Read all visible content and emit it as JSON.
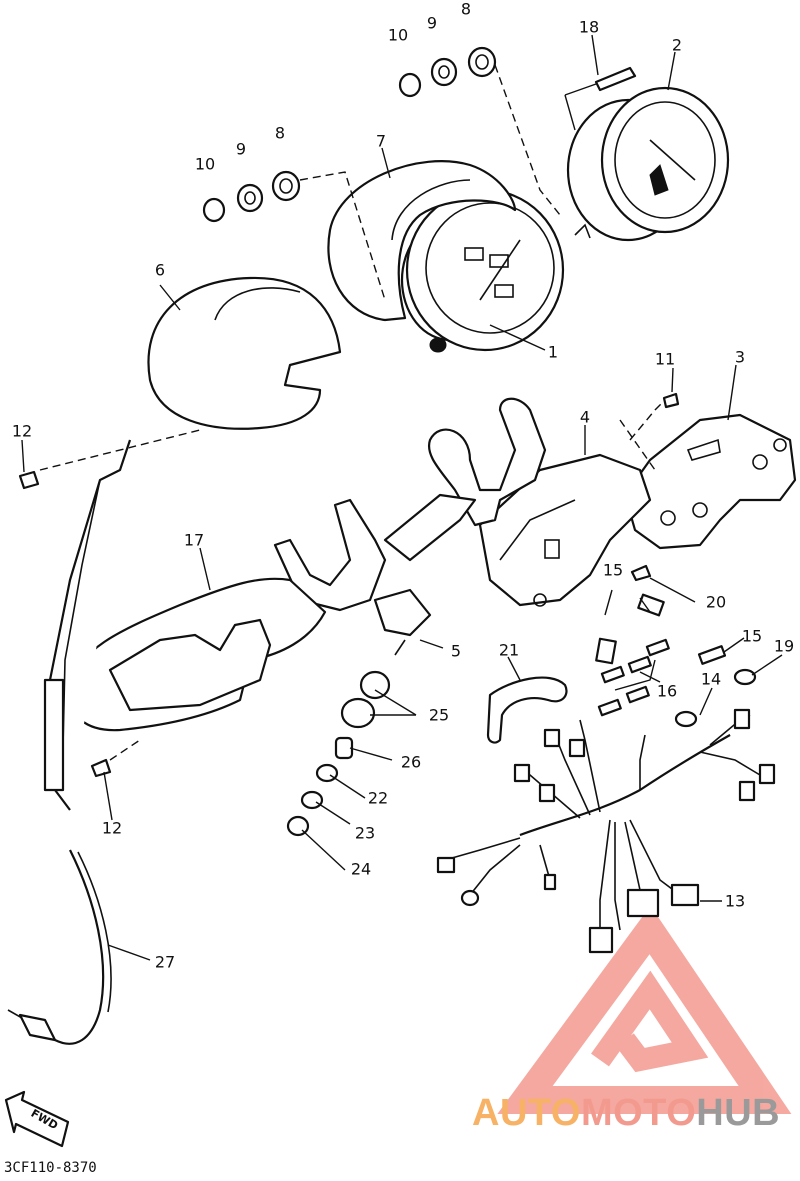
{
  "callouts": {
    "c1": "1",
    "c2": "2",
    "c3": "3",
    "c4": "4",
    "c5": "5",
    "c6": "6",
    "c7": "7",
    "c8a": "8",
    "c8b": "8",
    "c9a": "9",
    "c9b": "9",
    "c10a": "10",
    "c10b": "10",
    "c11": "11",
    "c12a": "12",
    "c12b": "12",
    "c13": "13",
    "c14": "14",
    "c15a": "15",
    "c15b": "15",
    "c16": "16",
    "c17": "17",
    "c18": "18",
    "c19": "19",
    "c20": "20",
    "c21": "21",
    "c22": "22",
    "c23": "23",
    "c24": "24",
    "c25": "25",
    "c26": "26",
    "c27": "27"
  },
  "diagram_code": "3CF110-8370",
  "fwd_label": "FWD",
  "watermark": {
    "part1": "AUTO",
    "part2": "MOTO",
    "part3": "HUB"
  },
  "colors": {
    "line": "#111111",
    "watermark_red": "#f28c80",
    "watermark_orange": "#f7b266",
    "watermark_gray": "#9a9a9a"
  }
}
